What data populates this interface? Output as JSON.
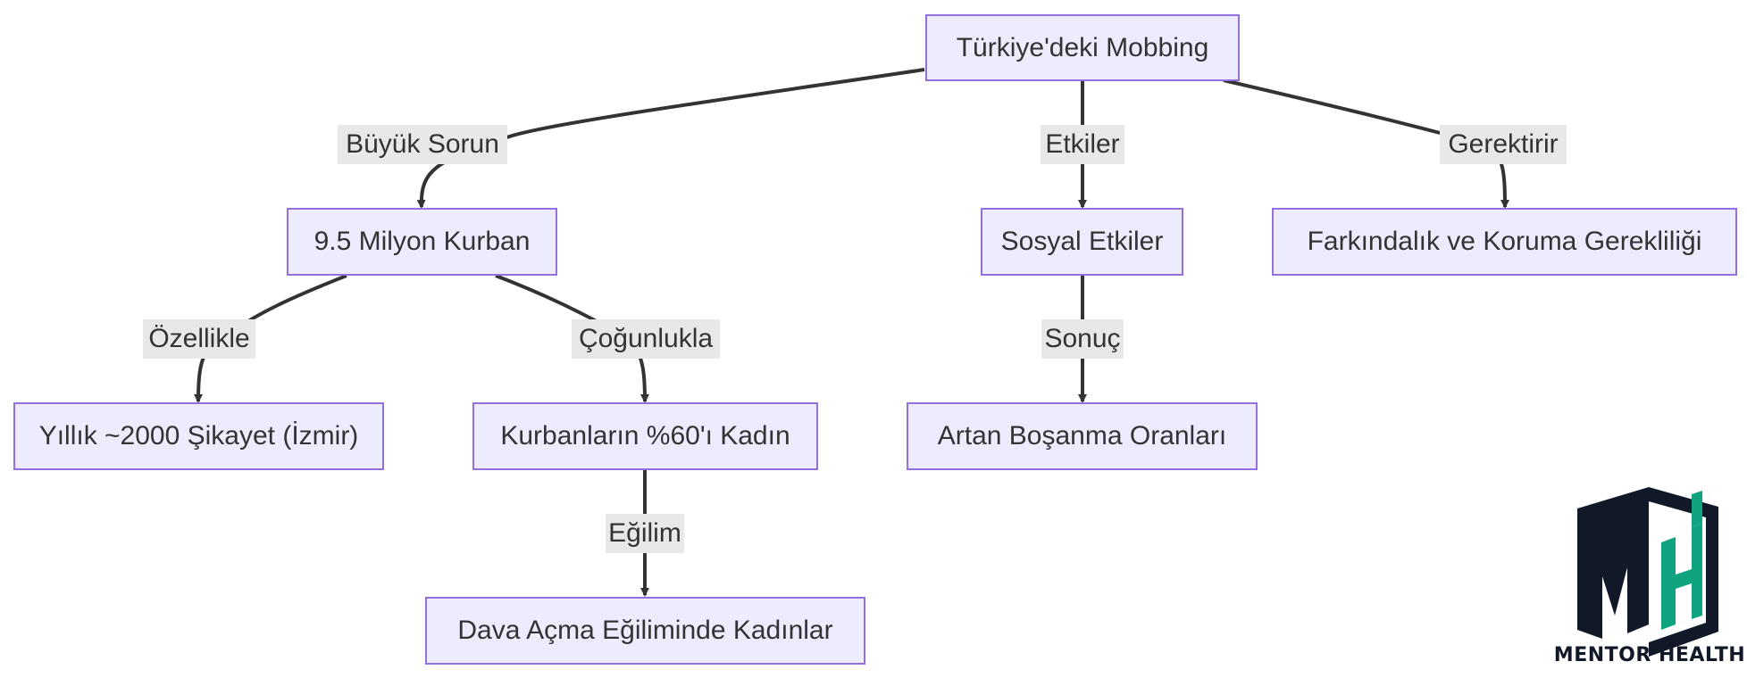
{
  "diagram": {
    "nodes": {
      "root": "Türkiye'deki Mobbing",
      "victims": "9.5 Milyon Kurban",
      "social": "Sosyal Etkiler",
      "awareness": "Farkındalık ve Koruma Gerekliliği",
      "complaints": "Yıllık ~2000 Şikayet (İzmir)",
      "women": "Kurbanların %60'ı Kadın",
      "divorce": "Artan Boşanma Oranları",
      "lawsuit": "Dava Açma Eğiliminde Kadınlar"
    },
    "edges": {
      "root_victims": "Büyük Sorun",
      "root_social": "Etkiler",
      "root_awareness": "Gerektirir",
      "victims_complaints": "Özellikle",
      "victims_women": "Çoğunlukla",
      "social_divorce": "Sonuç",
      "women_lawsuit": "Eğilim"
    }
  },
  "brand": {
    "name": "MENTOR HEALTH",
    "letters": "MH",
    "colors": {
      "dark": "#111827",
      "green": "#10a37f"
    }
  },
  "colors": {
    "node_fill": "#ececfe",
    "node_border": "#9370db",
    "edge": "#333333",
    "edge_label_bg": "#e8e8e8"
  }
}
